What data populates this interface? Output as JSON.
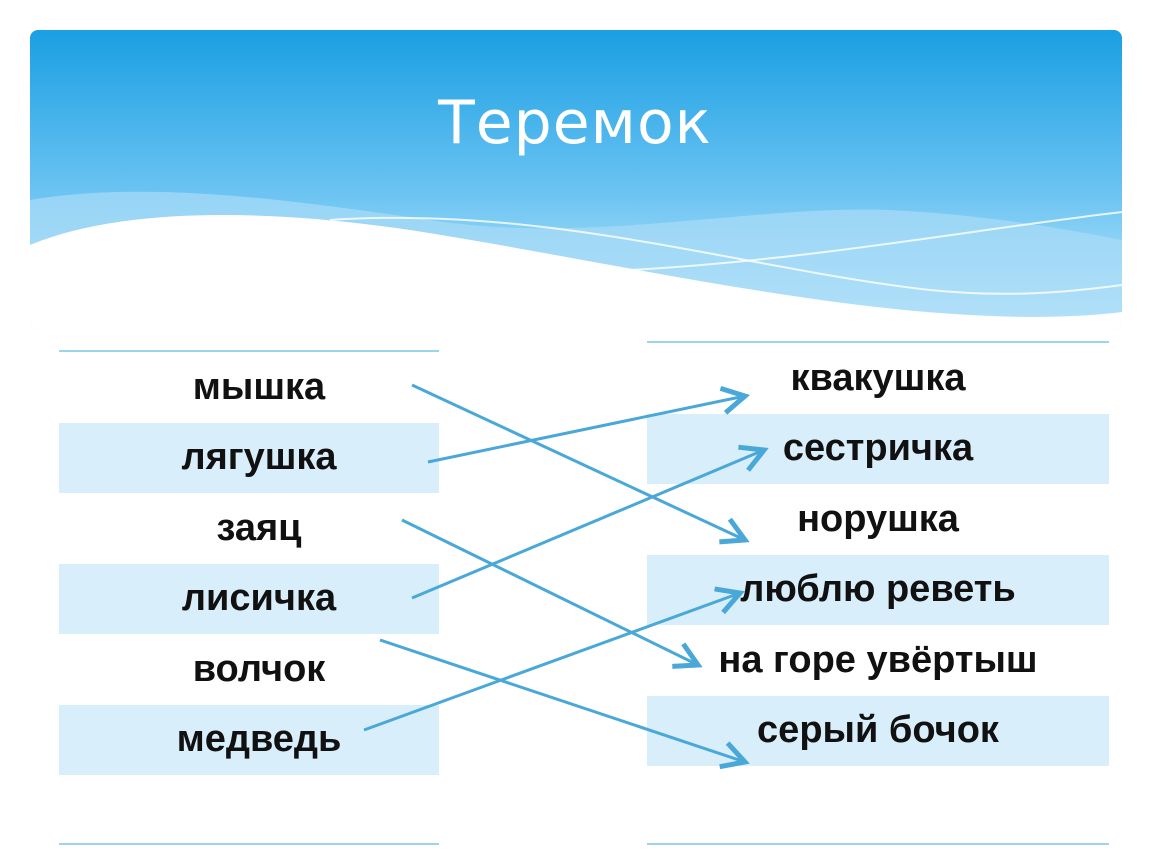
{
  "slide": {
    "title": "Теремок"
  },
  "left_column": {
    "items": [
      "мышка",
      "лягушка",
      "заяц",
      "лисичка",
      "волчок",
      "медведь"
    ]
  },
  "right_column": {
    "items": [
      "квакушка",
      "сестричка",
      "норушка",
      "люблю реветь",
      "на горе увёртыш",
      "серый бочок"
    ]
  },
  "matches": [
    {
      "from": "мышка",
      "to": "норушка"
    },
    {
      "from": "лягушка",
      "to": "квакушка"
    },
    {
      "from": "заяц",
      "to": "на горе увёртыш"
    },
    {
      "from": "лисичка",
      "to": "сестричка"
    },
    {
      "from": "волчок",
      "to": "серый бочок"
    },
    {
      "from": "медведь",
      "to": "люблю реветь"
    }
  ],
  "colors": {
    "header_top": "#1a9fe3",
    "header_bottom": "#bfe6fb",
    "row_shade": "#d9eefb",
    "arrow": "#4aa8d8"
  }
}
